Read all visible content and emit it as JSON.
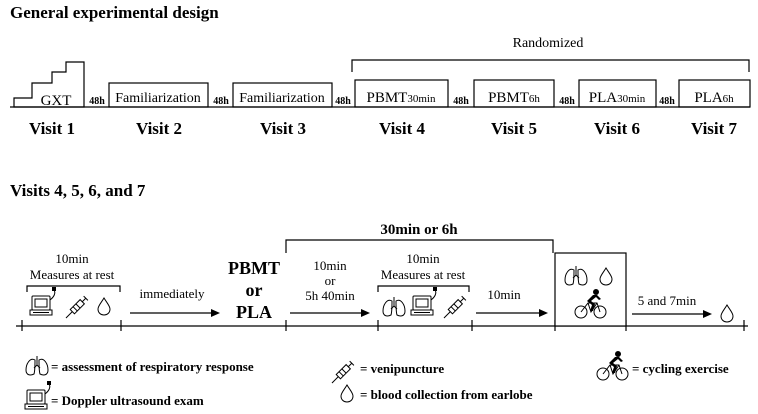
{
  "design": {
    "title": "General experimental design",
    "randomized": "Randomized",
    "gap": "48h",
    "gxt": "GXT",
    "familiarization": "Familiarization",
    "sessions": [
      {
        "main": "PBMT",
        "sub": "30min"
      },
      {
        "main": "PBMT",
        "sub": "6h"
      },
      {
        "main": "PLA",
        "sub": "30min"
      },
      {
        "main": "PLA",
        "sub": "6h"
      }
    ],
    "visits": [
      "Visit 1",
      "Visit 2",
      "Visit 3",
      "Visit 4",
      "Visit 5",
      "Visit 6",
      "Visit 7"
    ]
  },
  "timeline": {
    "title": "Visits 4, 5, 6, and 7",
    "bracket": "30min or 6h",
    "rest_time": "10min",
    "rest_label": "Measures at rest",
    "immediately": "immediately",
    "treatment": [
      "PBMT",
      "or",
      "PLA"
    ],
    "wait": [
      "10min",
      "or",
      "5h 40min"
    ],
    "after": "10min",
    "final": "5 and 7min"
  },
  "legend": {
    "lungs": "= assessment of respiratory response",
    "doppler": "= Doppler ultrasound exam",
    "syringe": "= venipuncture",
    "drop": "= blood collection from earlobe",
    "bike": "= cycling exercise"
  },
  "icons": [
    "lungs-icon",
    "doppler-icon",
    "syringe-icon",
    "drop-icon",
    "bike-icon"
  ]
}
